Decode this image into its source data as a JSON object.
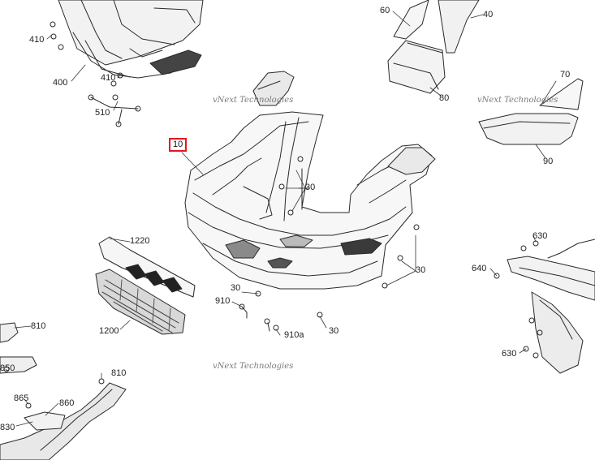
{
  "diagram": {
    "highlight_color": "#e8141b",
    "callouts": [
      {
        "id": "c10",
        "text": "10",
        "highlighted": true
      },
      {
        "id": "c30a",
        "text": "30"
      },
      {
        "id": "c30b",
        "text": "30"
      },
      {
        "id": "c30c",
        "text": "30"
      },
      {
        "id": "c30d",
        "text": "30"
      },
      {
        "id": "c40",
        "text": "40"
      },
      {
        "id": "c60",
        "text": "60"
      },
      {
        "id": "c70",
        "text": "70"
      },
      {
        "id": "c80",
        "text": "80"
      },
      {
        "id": "c90",
        "text": "90"
      },
      {
        "id": "c400",
        "text": "400"
      },
      {
        "id": "c410a",
        "text": "410"
      },
      {
        "id": "c410b",
        "text": "410"
      },
      {
        "id": "c510",
        "text": "510"
      },
      {
        "id": "c630a",
        "text": "630"
      },
      {
        "id": "c630b",
        "text": "630"
      },
      {
        "id": "c640",
        "text": "640"
      },
      {
        "id": "c810a",
        "text": "810"
      },
      {
        "id": "c810b",
        "text": "810"
      },
      {
        "id": "c830",
        "text": "830"
      },
      {
        "id": "c850",
        "text": "850"
      },
      {
        "id": "c860",
        "text": "860"
      },
      {
        "id": "c865",
        "text": "865"
      },
      {
        "id": "c910",
        "text": "910"
      },
      {
        "id": "c910a",
        "text": "910a"
      },
      {
        "id": "c1200",
        "text": "1200"
      },
      {
        "id": "c1220",
        "text": "1220"
      }
    ],
    "watermarks": [
      {
        "id": "w1",
        "text": "vNext Technologies"
      },
      {
        "id": "w2",
        "text": "vNext Technologies"
      },
      {
        "id": "w3",
        "text": "vNext Technologies"
      }
    ]
  }
}
